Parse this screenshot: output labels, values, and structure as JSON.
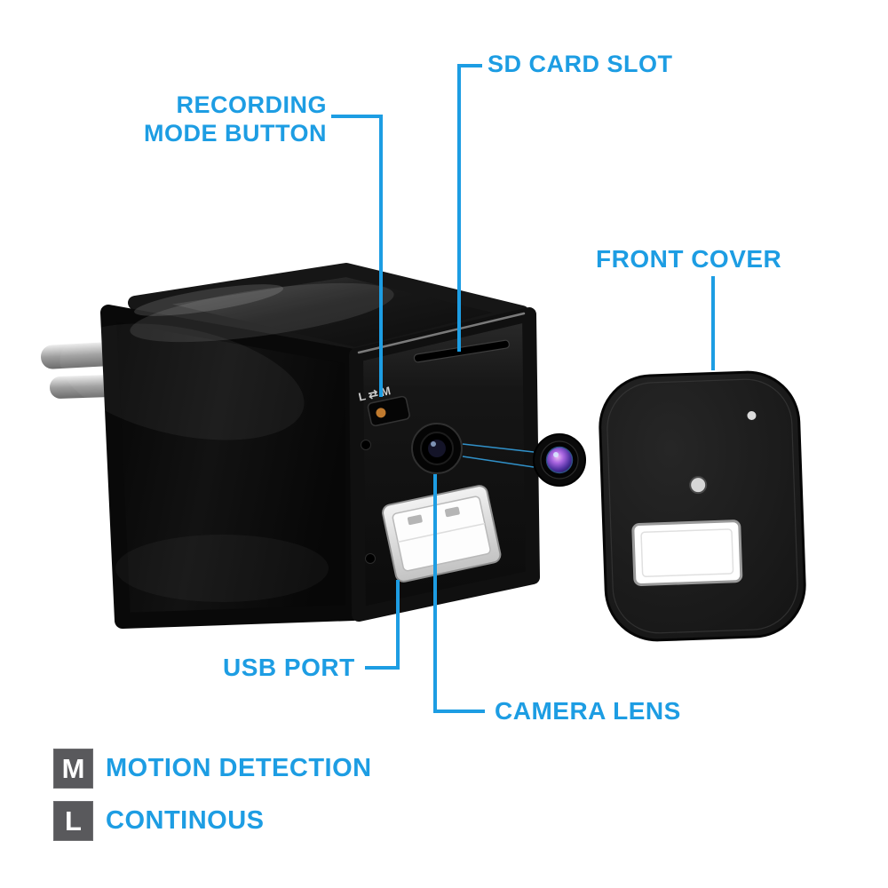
{
  "diagram": {
    "labels": {
      "sd_card_slot": "SD CARD SLOT",
      "recording_mode": [
        "RECORDING",
        "MODE BUTTON"
      ],
      "front_cover": "FRONT COVER",
      "usb_port": "USB PORT",
      "camera_lens": "CAMERA LENS"
    },
    "device": {
      "switch_markings": "L ⇄ M"
    },
    "legend": [
      {
        "key": "M",
        "label": "MOTION DETECTION"
      },
      {
        "key": "L",
        "label": "CONTINOUS"
      }
    ],
    "colors": {
      "label_blue": "#1d9de3",
      "legend_key_bg": "#59595c",
      "device_black": "#0c0c0c"
    }
  }
}
